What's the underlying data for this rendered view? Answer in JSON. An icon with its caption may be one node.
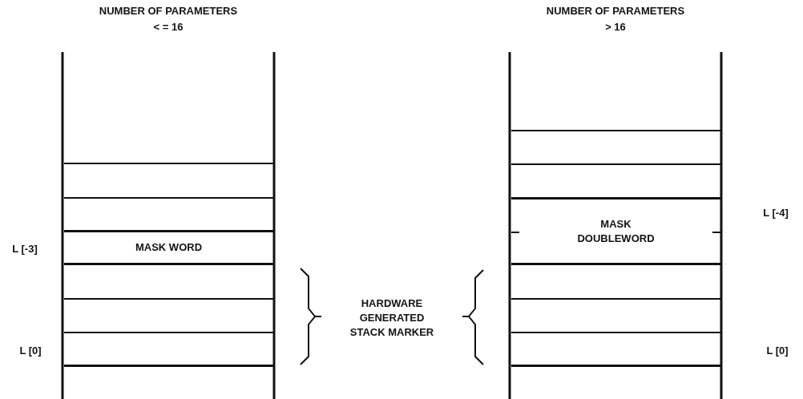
{
  "diagram": {
    "nodes": [
      {
        "text": [],
        "shape": "box"
      },
      {
        "text": [],
        "shape": "box"
      },
      {
        "text": [
          "MASK WORD"
        ]
      },
      {
        "text": [],
        "shape": "box"
      },
      {
        "text": [],
        "shape": "box"
      },
      {
        "text": [],
        "shape": "box"
      },
      {
        "text": [],
        "shape": "box"
      },
      {
        "text": [],
        "shape": "box"
      },
      {
        "text": [
          "MASK DOUBLEWORD"
        ]
      },
      {
        "text": [],
        "shape": "box"
      },
      {
        "text": [],
        "shape": "box"
      },
      {
        "text": [],
        "shape": "box"
      }
    ],
    "labels": [
      "NUMBER OF PARAMETERS",
      "< = 16",
      "NUMBER OF PARAMETERS",
      "> 16",
      "L [-3]",
      "L [0]",
      "HARDWARE GENERATED STACK MARKER",
      "L [-4]",
      "L [0]"
    ]
  }
}
